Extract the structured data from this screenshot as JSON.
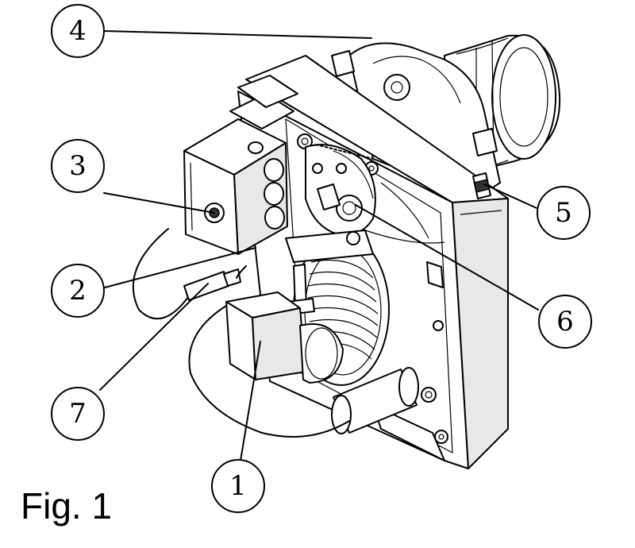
{
  "figure": {
    "caption": "Fig. 1",
    "callouts": [
      {
        "id": "c4",
        "label": "4"
      },
      {
        "id": "c3",
        "label": "3"
      },
      {
        "id": "c5",
        "label": "5"
      },
      {
        "id": "c2",
        "label": "2"
      },
      {
        "id": "c6",
        "label": "6"
      },
      {
        "id": "c7",
        "label": "7"
      },
      {
        "id": "c1",
        "label": "1"
      }
    ]
  }
}
